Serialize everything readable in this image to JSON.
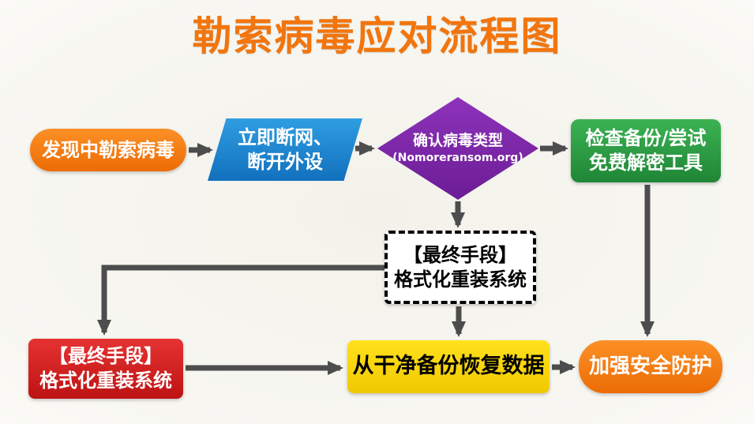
{
  "title": "勒索病毒应对流程图",
  "colors": {
    "title": "#f2750d",
    "orange": "#ed6d05",
    "blue": "#1270bd",
    "purple": "#6c1c95",
    "green": "#1f8636",
    "red": "#bd1313",
    "yellow": "#f0c900",
    "arrow": "#4d4d4d",
    "background": "#f5f4ee"
  },
  "nodes": {
    "start": {
      "label": "发现中勒索病毒"
    },
    "disconnect": {
      "line1": "立即断网、",
      "line2": "断开外设"
    },
    "identify": {
      "line1": "确认病毒类型",
      "line2": "(Nomoreransom.org)"
    },
    "check_backup": {
      "line1": "检查备份/尝试",
      "line2": "免费解密工具"
    },
    "last_resort_dashed": {
      "line1": "【最终手段】",
      "line2": "格式化重装系统"
    },
    "last_resort_red": {
      "line1": "【最终手段】",
      "line2": "格式化重装系统"
    },
    "restore": {
      "label": "从干净备份恢复数据"
    },
    "harden": {
      "label": "加强安全防护"
    }
  }
}
